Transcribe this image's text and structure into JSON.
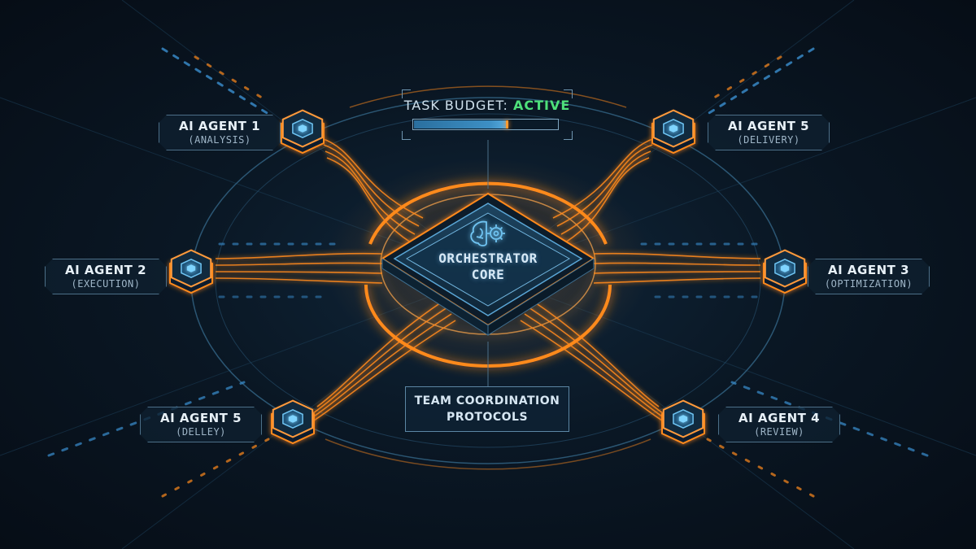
{
  "budget": {
    "label": "TASK BUDGET:",
    "status": "ACTIVE",
    "progress": 0.66
  },
  "core": {
    "line1": "ORCHESTRATOR",
    "line2": "CORE",
    "icon": "brain-gear-icon"
  },
  "coordination": {
    "line1": "TEAM COORDINATION",
    "line2": "PROTOCOLS"
  },
  "agents": [
    {
      "name": "AI AGENT 1",
      "role": "(ANALYSIS)"
    },
    {
      "name": "AI AGENT 2",
      "role": "(EXECUTION)"
    },
    {
      "name": "AI AGENT 5",
      "role": "(DELLEY)"
    },
    {
      "name": "AI AGENT 5",
      "role": "(DELIVERY)"
    },
    {
      "name": "AI AGENT 3",
      "role": "(OPTIMIZATION)"
    },
    {
      "name": "AI AGENT 4",
      "role": "(REVIEW)"
    }
  ],
  "colors": {
    "accent_orange": "#ff8a1c",
    "accent_blue": "#4aa8e0",
    "status_green": "#4ee07a"
  }
}
